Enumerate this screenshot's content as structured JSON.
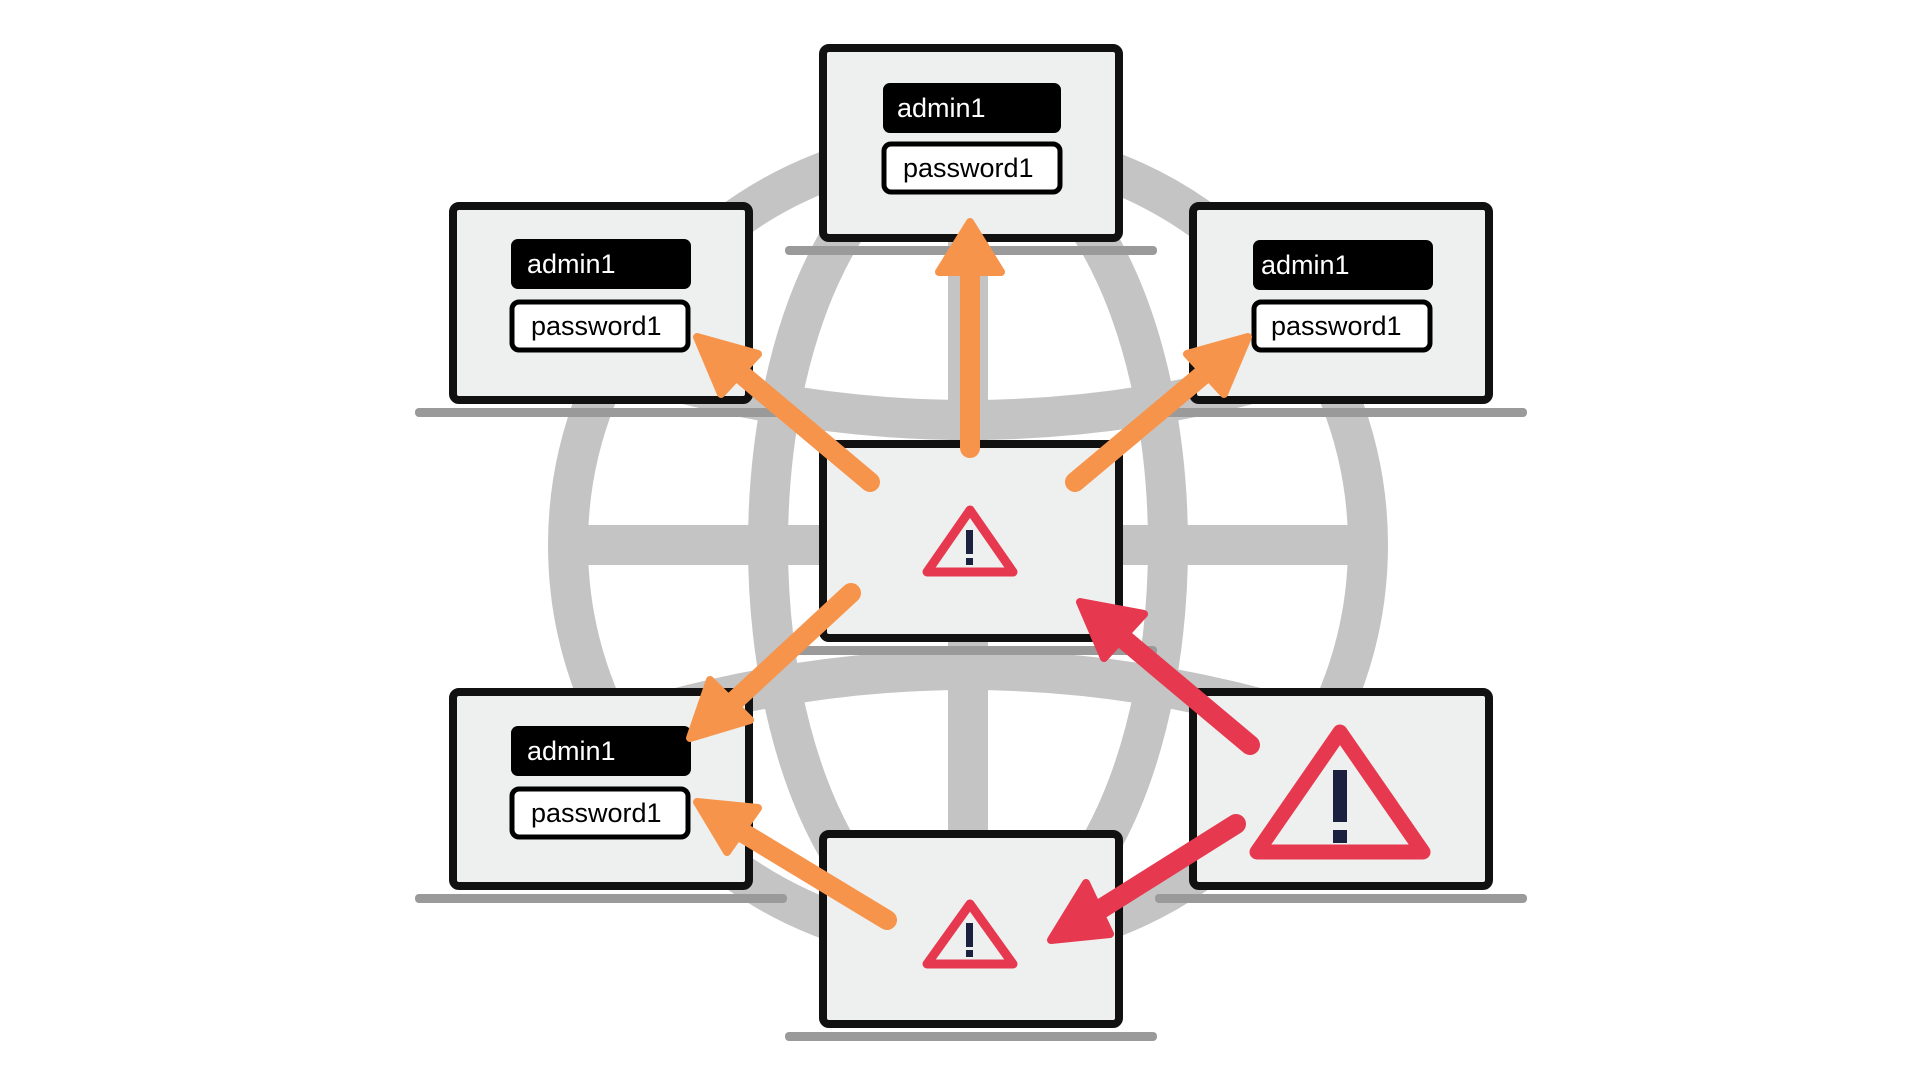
{
  "colors": {
    "background": "#ffffff",
    "globe": "#c4c4c4",
    "laptop_frame": "#111111",
    "laptop_screen": "#eef0ef",
    "laptop_base": "#9a9a9a",
    "arrow_orange": "#f7944c",
    "arrow_red": "#e6394f",
    "warning_red": "#e6394f",
    "warning_mark": "#1d2140",
    "username_box": "#000000",
    "username_text": "#ffffff",
    "password_box": "#ffffff",
    "password_text": "#000000"
  },
  "icons": {
    "globe": "globe-icon",
    "warning": "warning-triangle-icon",
    "laptop": "laptop-icon"
  },
  "laptops": [
    {
      "name": "laptop-top",
      "type": "credentials",
      "username": "admin1",
      "password": "password1"
    },
    {
      "name": "laptop-upper-left",
      "type": "credentials",
      "username": "admin1",
      "password": "password1"
    },
    {
      "name": "laptop-upper-right",
      "type": "credentials",
      "username": "admin1",
      "password": "password1"
    },
    {
      "name": "laptop-center",
      "type": "warning"
    },
    {
      "name": "laptop-lower-left",
      "type": "credentials",
      "username": "admin1",
      "password": "password1"
    },
    {
      "name": "laptop-lower-right",
      "type": "warning"
    },
    {
      "name": "laptop-bottom",
      "type": "warning"
    }
  ],
  "arrows": [
    {
      "name": "arrow-center-to-top",
      "color": "orange"
    },
    {
      "name": "arrow-center-to-upper-left",
      "color": "orange"
    },
    {
      "name": "arrow-center-to-upper-right",
      "color": "orange"
    },
    {
      "name": "arrow-center-to-lower-left",
      "color": "orange"
    },
    {
      "name": "arrow-bottom-to-lower-left",
      "color": "orange"
    },
    {
      "name": "arrow-lower-right-to-center",
      "color": "red"
    },
    {
      "name": "arrow-lower-right-to-bottom",
      "color": "red"
    }
  ]
}
